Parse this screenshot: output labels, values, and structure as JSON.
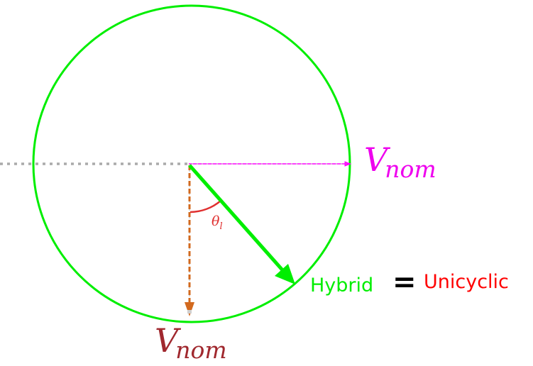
{
  "colors": {
    "circle": "#00ee00",
    "reference_line": "#aaaaaa",
    "horizontal_vector": "#ff00ff",
    "vertical_vector": "#d2691e",
    "vertical_vector_overlay": "#c0c0c0",
    "diagonal_vector": "#00ee00",
    "angle_arc": "#e03030",
    "label_vnom_right": "#ee00ee",
    "label_vnom_bottom": "#a0282e",
    "label_hybrid": "#00ee00",
    "label_equals": "#000000",
    "label_unicyclic": "#ff0000"
  },
  "labels": {
    "vnom_right_main": "V",
    "vnom_right_sub": "nom",
    "vnom_bottom_main": "V",
    "vnom_bottom_sub": "nom",
    "theta_main": "θ",
    "theta_sub": "l",
    "hybrid": "Hybrid",
    "equals": "=",
    "unicyclic": "Unicyclic"
  }
}
